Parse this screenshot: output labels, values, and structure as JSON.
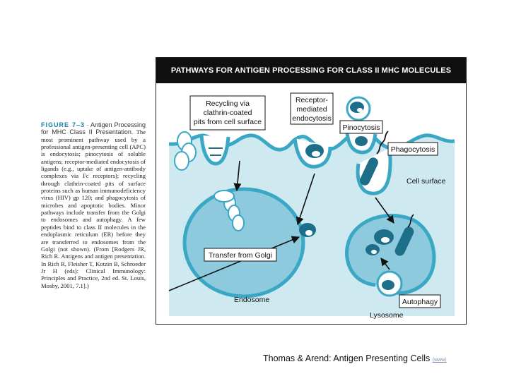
{
  "caption": {
    "figure_label": "FIGURE 7–3",
    "title": "· Antigen Processing for MHC Class II Presentation.",
    "body": "The most prominent pathway used by a professional antigen-presenting cell (APC) is endocytosis; pinocytosis of soluble antigens; receptor-mediated endocytosis of ligands (e.g., uptake of antigen-antibody complexes via Fc receptors); recycling through clathrin-coated pits of surface proteins such as human immunodeficiency virus (HIV) gp 120; and phagocytosis of microbes and apoptotic bodies. Minor pathways include transfer from the Golgi to endosomes and autophagy. A few peptides bind to class II molecules in the endoplasmic reticulum (ER) before they are transferred to endosomes from the Golgi (not shown). (From [Rodgers JR, Rich R. Antigens and antigen presentation. In Rich R, Fleisher T, Kotzin B, Schroeder Jr H (eds): Clinical Immunology: Principles and Practice, 2nd ed. St. Louis, Mosby, 2001, 7.1].)"
  },
  "figure": {
    "header": "PATHWAYS FOR ANTIGEN PROCESSING FOR CLASS II MHC MOLECULES",
    "labels": {
      "recycling": [
        "Recycling via",
        "clathrin-coated",
        "pits from cell surface"
      ],
      "receptor": [
        "Receptor-",
        "mediated",
        "endocytosis"
      ],
      "pinocytosis": "Pinocytosis",
      "phagocytosis": "Phagocytosis",
      "cell_surface": "Cell surface",
      "golgi": "Transfer from Golgi",
      "endosome": "Endosome",
      "autophagy": "Autophagy",
      "lysosome": "Lysosome"
    },
    "colors": {
      "cytoplasm": "#cfe9f1",
      "membrane": "#3aa7c4",
      "vesicle_fill": "#9fd3e3",
      "organelle": "#8dcadd",
      "header_bg": "#101010"
    }
  },
  "credit": {
    "text": "Thomas & Arend: Antigen Presenting Cells",
    "source": "(www)"
  }
}
